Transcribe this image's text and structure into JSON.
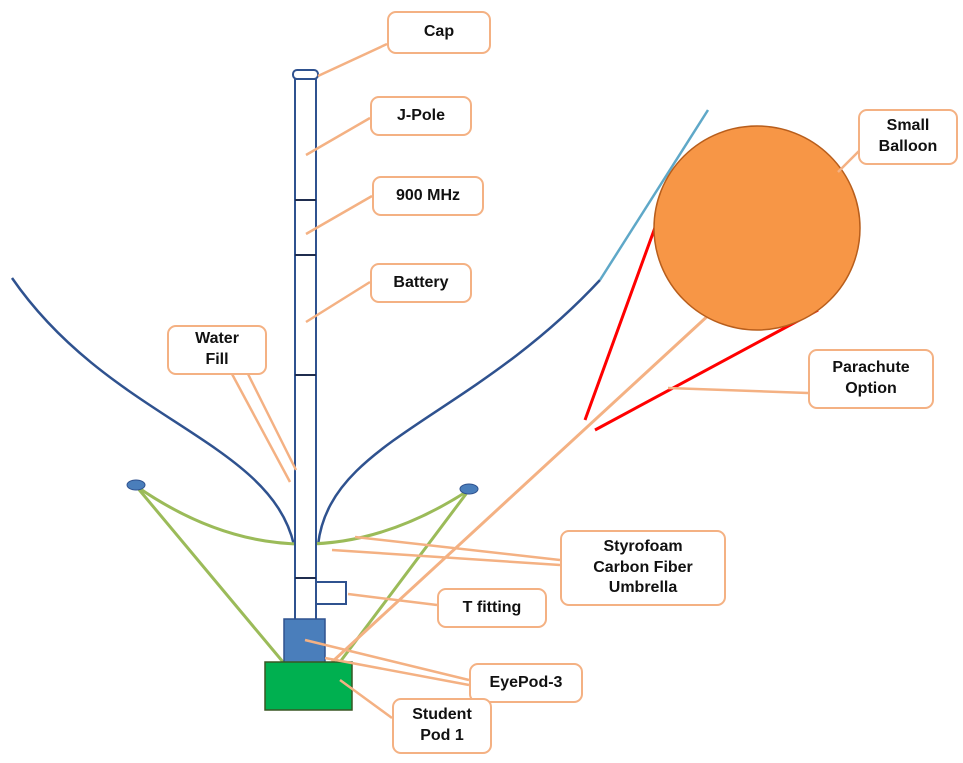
{
  "diagram": {
    "callouts": {
      "cap": "Cap",
      "j_pole": "J-Pole",
      "mhz_900": "900 MHz",
      "battery": "Battery",
      "water_fill": "Water\nFill",
      "small_balloon": "Small\nBalloon",
      "parachute_option": "Parachute\nOption",
      "umbrella": "Styrofoam\nCarbon Fiber\nUmbrella",
      "t_fitting": "T fitting",
      "eyepod": "EyePod-3",
      "student_pod": "Student\nPod 1"
    },
    "colors": {
      "callout_border": "#f4b183",
      "leader_line": "#f4b183",
      "pole_outline": "#2f528f",
      "balloon_fill": "#f79646",
      "balloon_edge": "#b85e1c",
      "antenna_wire": "#2f528f",
      "antenna_tip": "#5fa8c8",
      "umbrella": "#9bbb59",
      "parachute": "#ff0000",
      "eyepod": "#4a7ebb",
      "student_pod": "#00b050",
      "tether": "#f4b183"
    }
  }
}
